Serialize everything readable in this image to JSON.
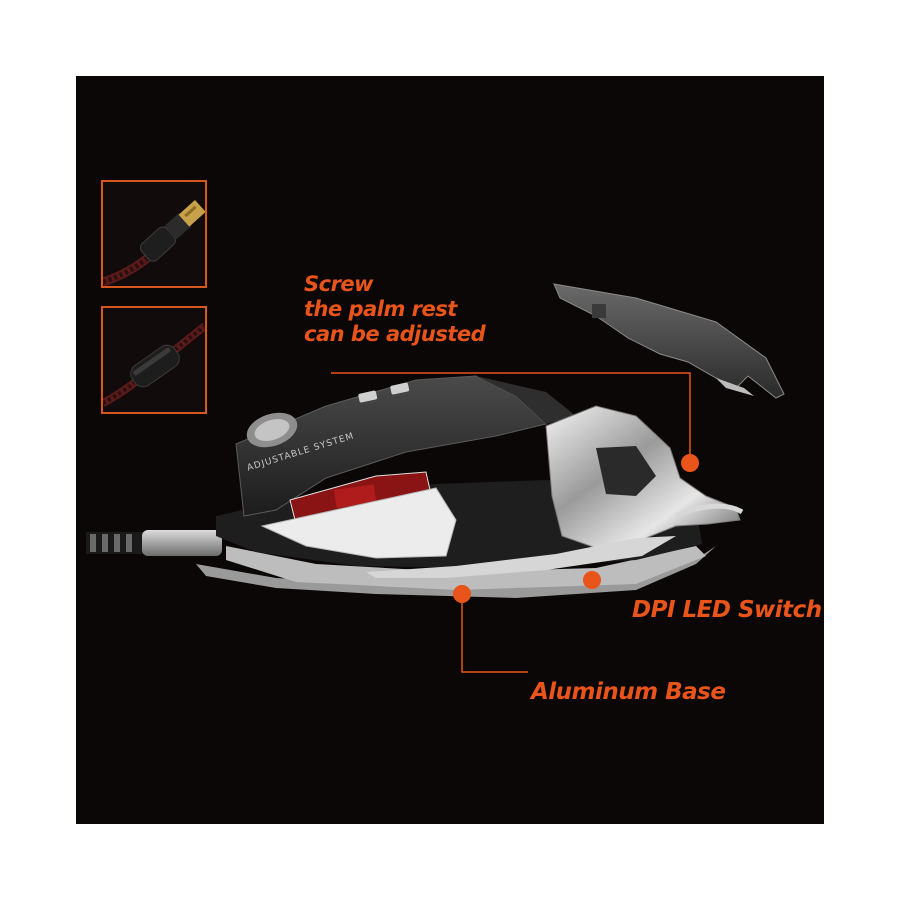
{
  "callouts": {
    "screw": {
      "line1": "Screw",
      "line2": "the palm rest",
      "line3": "can be adjusted"
    },
    "dpi": "DPI LED Switch",
    "base": "Aluminum Base"
  },
  "product": {
    "side_label": "ADJUSTABLE SYSTEM"
  },
  "colors": {
    "accent": "#e8541a",
    "background": "#0b0706",
    "frame": "#ffffff"
  },
  "icons": {
    "thumb_top": "usb-connector-icon",
    "thumb_bottom": "cable-ferrite-icon"
  }
}
